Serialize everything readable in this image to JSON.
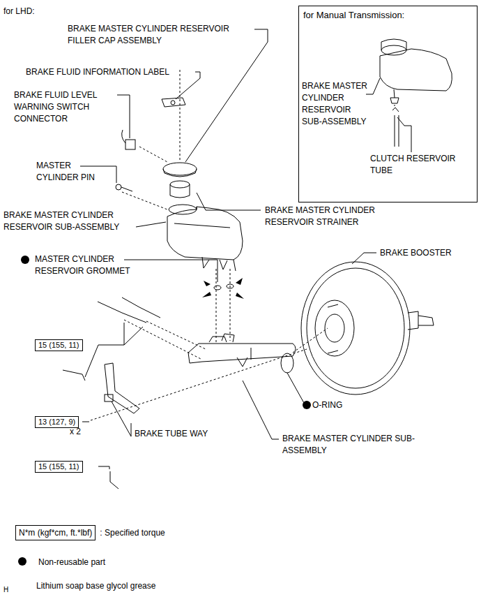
{
  "diagram": {
    "nodes": [
      {
        "text": [
          "for Manual Transmission:",
          "BRAKE MASTER CYLINDER RESERVOIR SUB-ASSEMBLY",
          "CLUTCH RESERVOIR TUBE"
        ]
      },
      {
        "text": [
          "15 (155, 11)"
        ]
      },
      {
        "text": [
          "13 (127, 9)"
        ]
      },
      {
        "text": [
          "15 (155, 11)"
        ]
      },
      {
        "text": [
          "N*m (kgf*cm, ft.*lbf)"
        ]
      }
    ],
    "labels": [
      "for LHD:",
      "BRAKE MASTER CYLINDER RESERVOIR FILLER CAP ASSEMBLY",
      "BRAKE FLUID INFORMATION LABEL",
      "BRAKE FLUID LEVEL WARNING SWITCH CONNECTOR",
      "MASTER CYLINDER PIN",
      "BRAKE MASTER CYLINDER RESERVOIR SUB-ASSEMBLY",
      "BRAKE MASTER CYLINDER RESERVOIR STRAINER",
      "MASTER CYLINDER RESERVOIR GROMMET",
      "BRAKE BOOSTER",
      "O-RING",
      "x 2",
      "BRAKE TUBE WAY",
      "BRAKE MASTER CYLINDER SUB-ASSEMBLY",
      "H"
    ],
    "legend": [
      {
        "text": ": Specified torque"
      },
      {
        "text": "Non-reusable part"
      },
      {
        "text": "Lithium soap base glycol grease"
      }
    ]
  }
}
